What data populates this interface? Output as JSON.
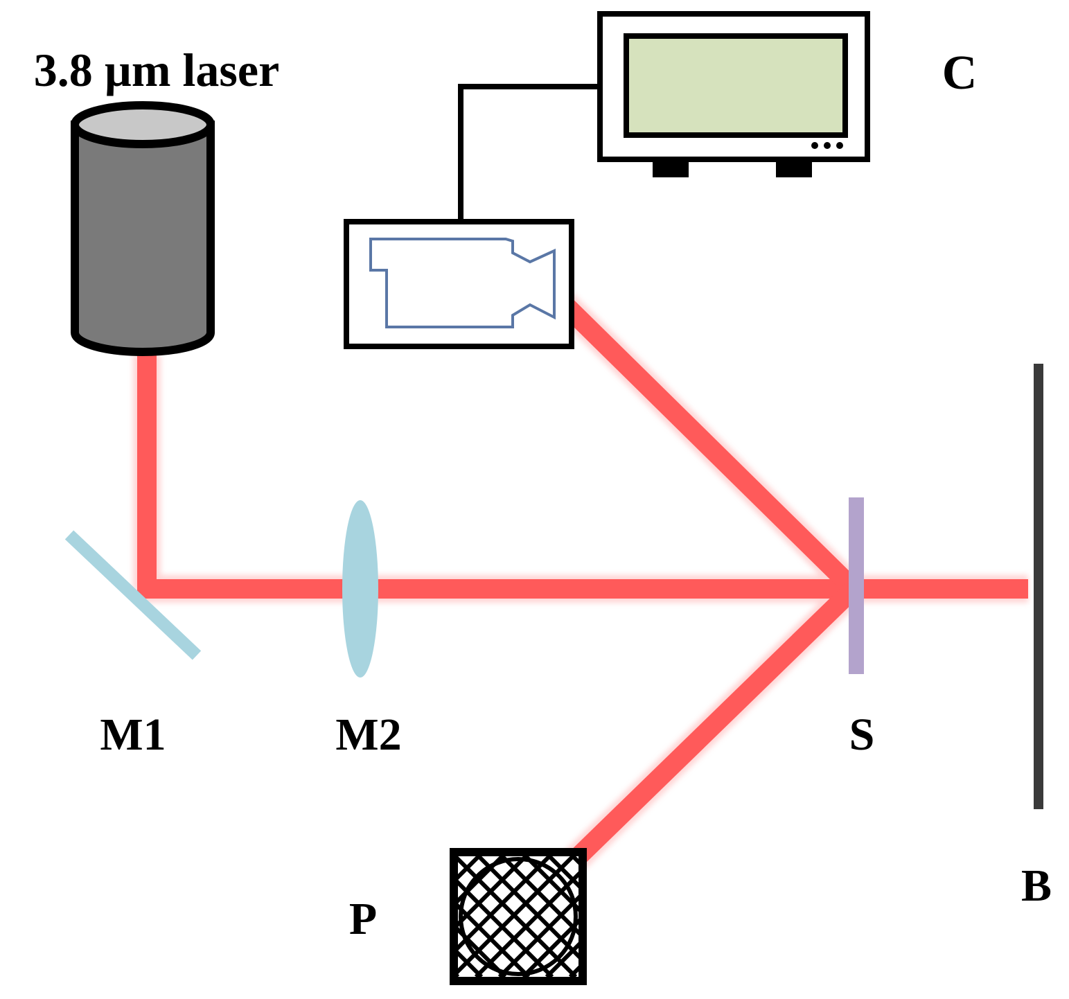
{
  "labels": {
    "laser": "3.8 µm laser",
    "camera_display": "C",
    "mirror1": "M1",
    "mirror2": "M2",
    "sample": "S",
    "pattern": "P",
    "beam_block": "B"
  },
  "colors": {
    "beam": "#ff5a5a",
    "beam_glow": "#ffb3b3",
    "laser_body": "#7a7a7a",
    "laser_top": "#c8c8c8",
    "optic": "#a8d4df",
    "sample": "#b3a3cc",
    "screen": "#d6e2bd",
    "camera_outline": "#5a77a6",
    "block": "#3a3a3a",
    "ink": "#000000"
  },
  "icons": {
    "laser": "cylinder-laser-icon",
    "monitor": "monitor-icon",
    "camera": "video-camera-icon",
    "pattern": "crosshatch-grid-icon"
  }
}
